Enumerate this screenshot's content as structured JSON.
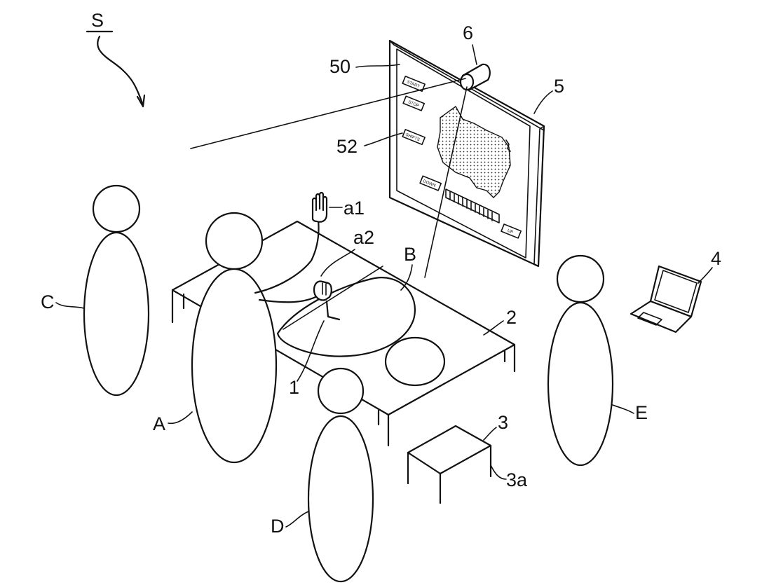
{
  "figure": {
    "system_label": "S",
    "labels": {
      "participant_a": "A",
      "participant_c": "C",
      "participant_d": "D",
      "participant_e": "E",
      "region_b": "B",
      "pointer_1": "1",
      "table_2": "2",
      "box_3": "3",
      "box_3a": "3a",
      "laptop_4": "4",
      "display_5": "5",
      "camera_6": "6",
      "screen_50": "50",
      "button_52": "52",
      "hand_a1": "a1",
      "hand_a2": "a2"
    },
    "screen_buttons": {
      "start": "START",
      "stop": "STOP",
      "shift": "SHIFTS",
      "down": "DOWN",
      "up": "UP"
    }
  }
}
